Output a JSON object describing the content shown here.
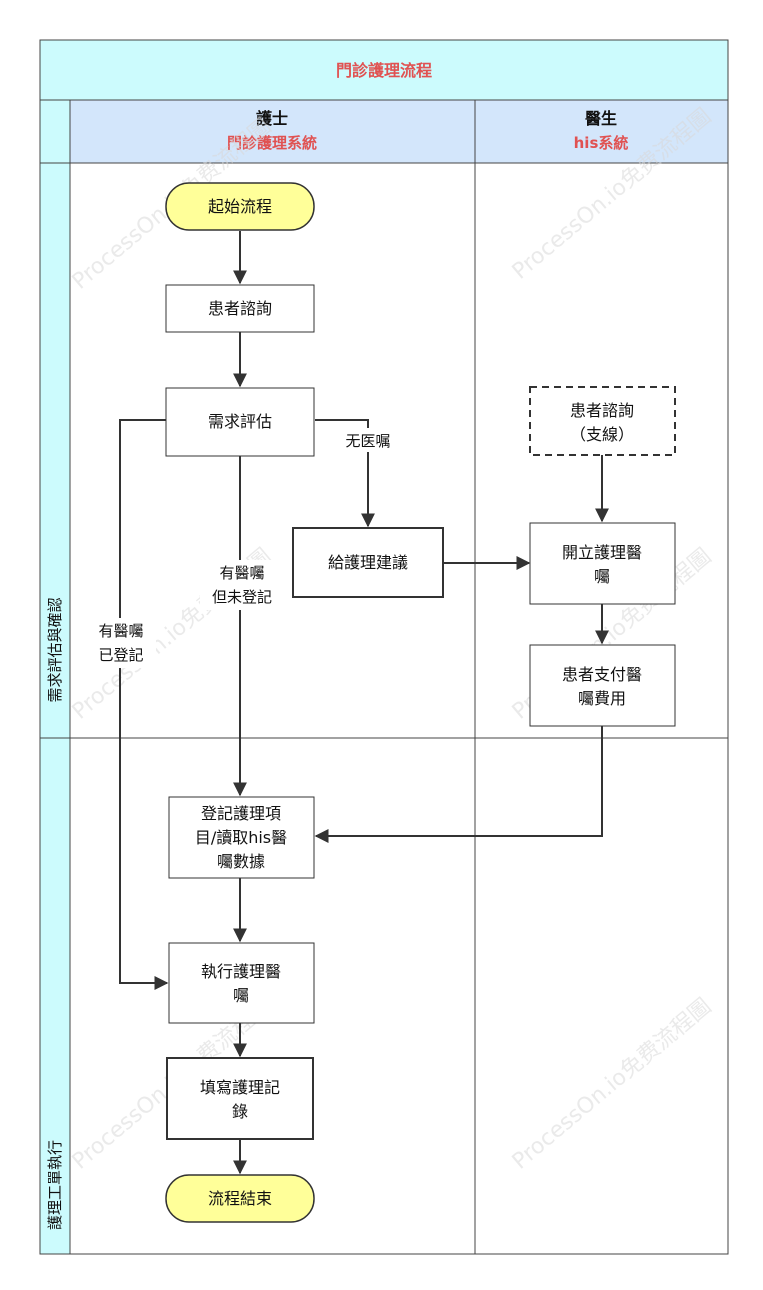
{
  "title": "門診護理流程",
  "lanes": [
    {
      "name": "護士",
      "system": "門診護理系統"
    },
    {
      "name": "醫生",
      "system": "his系統"
    }
  ],
  "stages": [
    "需求評估與確認",
    "護理工單執行"
  ],
  "nodes": {
    "start": [
      "起始流程"
    ],
    "consult": [
      "患者諮詢"
    ],
    "assess": [
      "需求評估"
    ],
    "advice": [
      "給護理建議"
    ],
    "consult2": [
      "患者諮詢",
      "（支線）"
    ],
    "order": [
      "開立護理醫",
      "囑"
    ],
    "pay": [
      "患者支付醫",
      "囑費用"
    ],
    "register": [
      "登記護理項",
      "目/讀取his醫",
      "囑數據"
    ],
    "execute": [
      "執行護理醫",
      "囑"
    ],
    "record": [
      "填寫護理記",
      "錄"
    ],
    "end": [
      "流程結束"
    ]
  },
  "edge_labels": {
    "no_order": [
      "无医嘱"
    ],
    "order_unregistered": [
      "有醫囑",
      "但未登記"
    ],
    "order_registered": [
      "有醫囑",
      "已登記"
    ]
  },
  "watermark": "ProcessOn.io免费流程圖",
  "colors": {
    "title_bg": "#ccfbfd",
    "header_bg": "#d3e6fb",
    "stage_bg": "#ccfbfd",
    "terminal_fill": "#ffff99",
    "accent_text": "#e05252"
  }
}
